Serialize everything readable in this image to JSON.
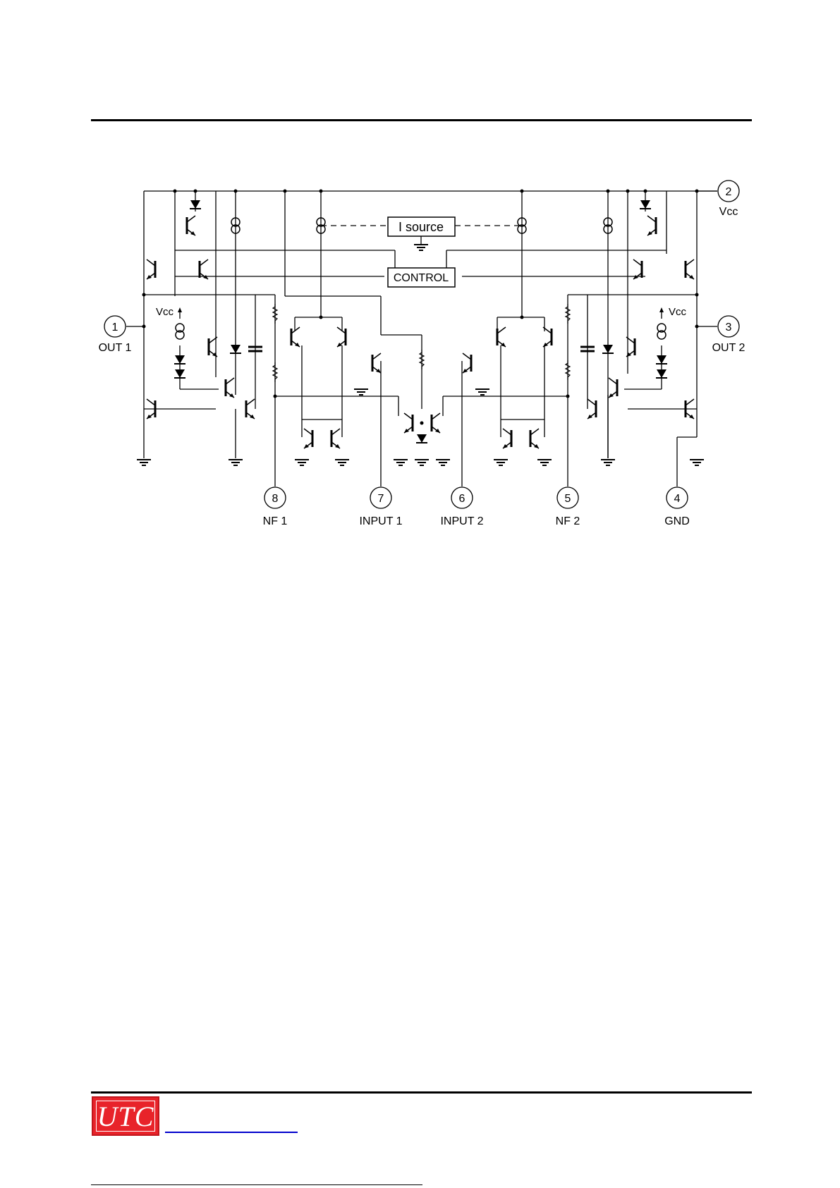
{
  "schematic": {
    "blocks": {
      "i_source": "I source",
      "control": "CONTROL"
    },
    "supply_labels": {
      "left": "Vcc",
      "right": "Vcc"
    },
    "pins": [
      {
        "number": "1",
        "name": "OUT 1"
      },
      {
        "number": "2",
        "name": "Vcc"
      },
      {
        "number": "3",
        "name": "OUT 2"
      },
      {
        "number": "4",
        "name": "GND"
      },
      {
        "number": "5",
        "name": "NF 2"
      },
      {
        "number": "6",
        "name": "INPUT 2"
      },
      {
        "number": "7",
        "name": "INPUT 1"
      },
      {
        "number": "8",
        "name": "NF 1"
      }
    ]
  },
  "footer": {
    "logo_text": "UTC",
    "logo_color": "#e8232a",
    "link_color": "#0000cc"
  }
}
